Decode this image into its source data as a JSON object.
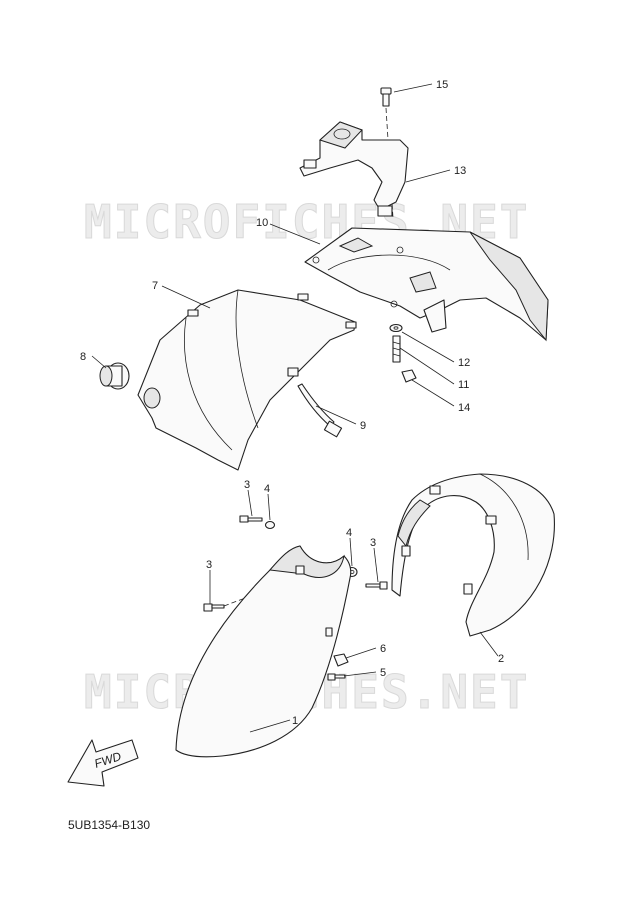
{
  "watermark": "MICROFICHES.NET",
  "arrow_label": "FWD",
  "footer_code": "5UB1354-B130",
  "callouts": {
    "c1": "1",
    "c2": "2",
    "c3a": "3",
    "c3b": "3",
    "c3c": "3",
    "c4a": "4",
    "c4b": "4",
    "c5": "5",
    "c6": "6",
    "c7": "7",
    "c8": "8",
    "c9": "9",
    "c10": "10",
    "c11": "11",
    "c12": "12",
    "c13": "13",
    "c14": "14",
    "c15": "15"
  }
}
